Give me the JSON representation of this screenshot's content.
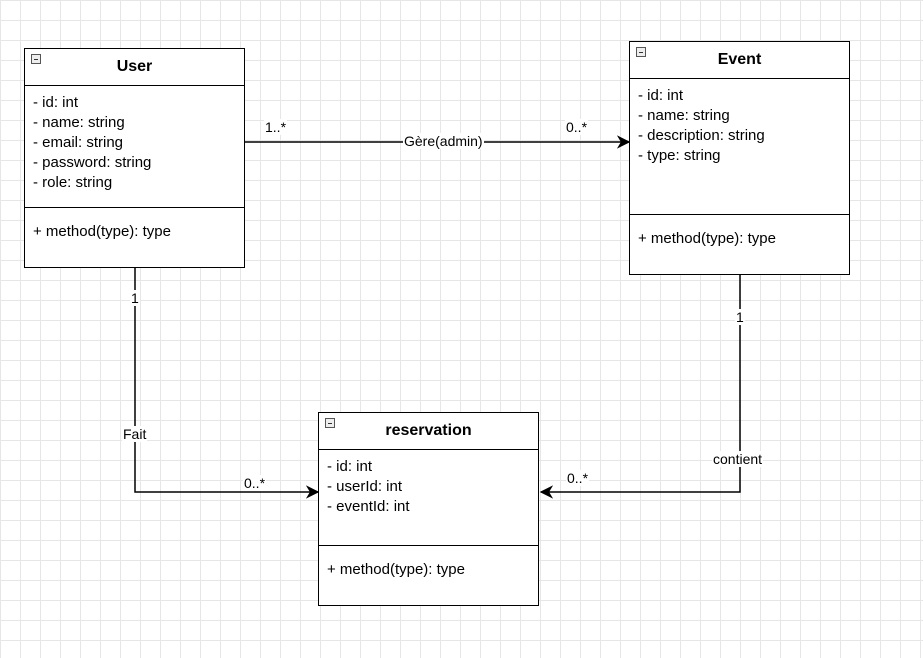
{
  "classes": {
    "user": {
      "name": "User",
      "attributes": [
        "- id: int",
        "- name: string",
        "- email: string",
        "- password: string",
        "- role: string"
      ],
      "methods": [
        "+ method(type): type"
      ]
    },
    "event": {
      "name": "Event",
      "attributes": [
        "- id: int",
        "- name: string",
        "- description: string",
        "- type: string"
      ],
      "methods": [
        "+ method(type): type"
      ]
    },
    "reservation": {
      "name": "reservation",
      "attributes": [
        "- id: int",
        "- userId: int",
        "- eventId: int"
      ],
      "methods": [
        "+ method(type): type"
      ]
    }
  },
  "associations": {
    "gere": {
      "label": "Gère(admin)",
      "source_mult": "1..*",
      "target_mult": "0..*"
    },
    "fait": {
      "label": "Fait",
      "source_mult": "1",
      "target_mult": "0..*"
    },
    "contient": {
      "label": "contient",
      "source_mult": "1",
      "target_mult": "0..*"
    }
  }
}
